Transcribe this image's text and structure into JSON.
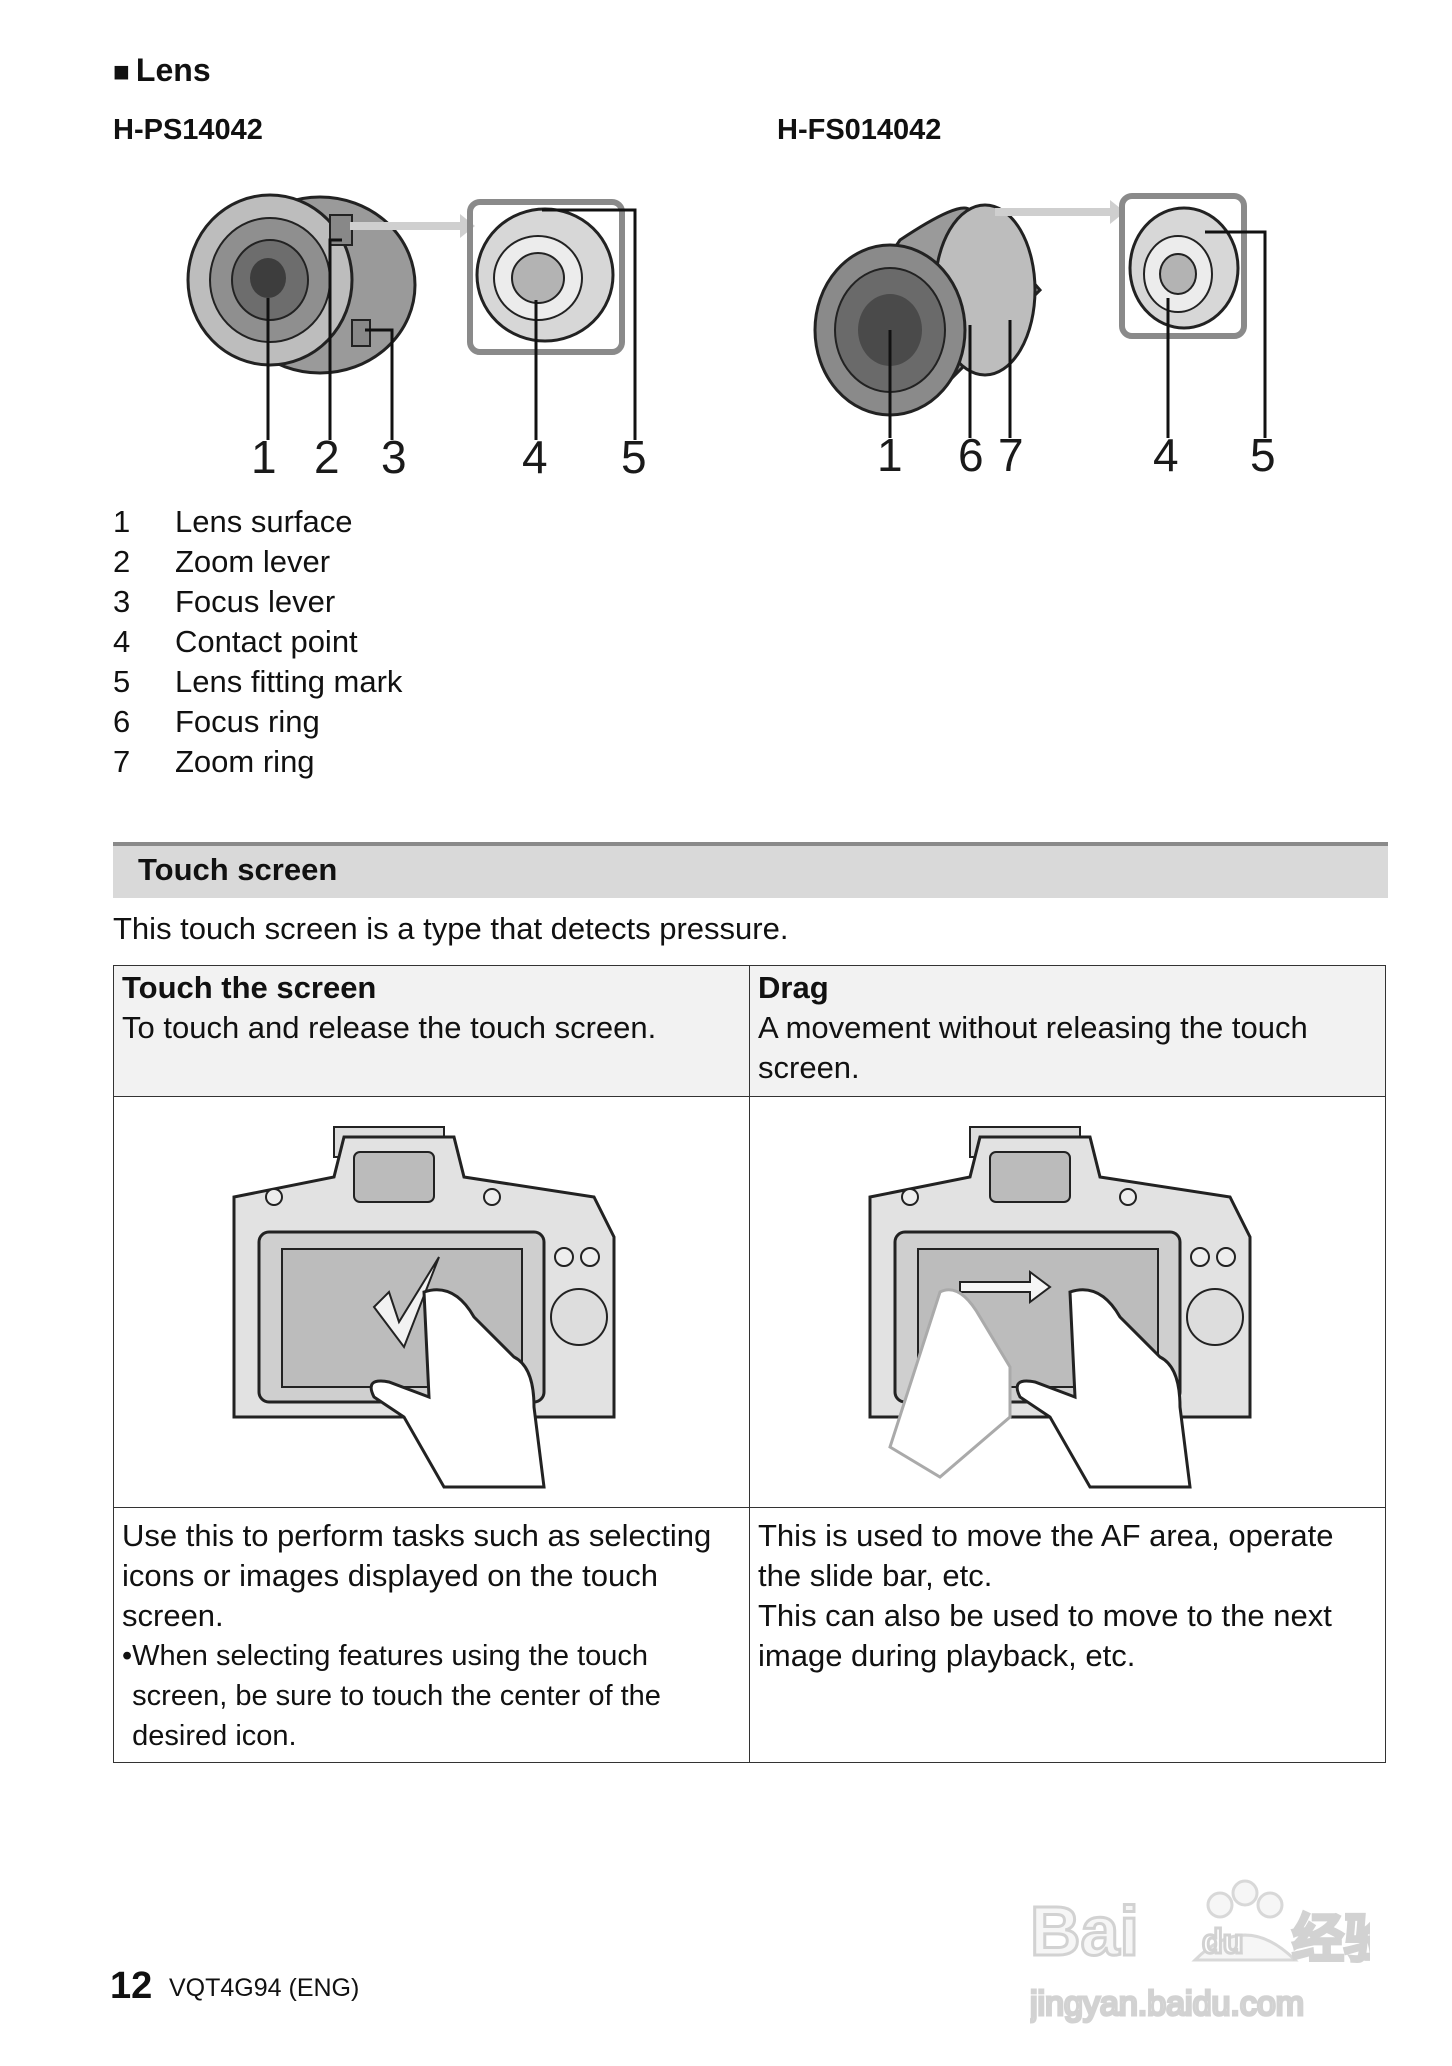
{
  "lens": {
    "heading": "Lens",
    "models": [
      "H-PS14042",
      "H-FS014042"
    ],
    "fig1_callouts": [
      "1",
      "2",
      "3",
      "4",
      "5"
    ],
    "fig2_callouts": [
      "1",
      "6",
      "7",
      "4",
      "5"
    ],
    "parts": [
      {
        "num": "1",
        "label": "Lens surface"
      },
      {
        "num": "2",
        "label": "Zoom lever"
      },
      {
        "num": "3",
        "label": "Focus lever"
      },
      {
        "num": "4",
        "label": "Contact point"
      },
      {
        "num": "5",
        "label": "Lens fitting mark"
      },
      {
        "num": "6",
        "label": "Focus ring"
      },
      {
        "num": "7",
        "label": "Zoom ring"
      }
    ]
  },
  "touch": {
    "section_title": "Touch screen",
    "intro": "This touch screen is a type that detects pressure.",
    "touch_title": "Touch the screen",
    "touch_desc": "To touch and release the touch screen.",
    "drag_title": "Drag",
    "drag_desc": "A movement without releasing the touch screen.",
    "touch_use": "Use this to perform tasks such as selecting icons or images displayed on the touch screen.",
    "touch_note": "When selecting features using the touch screen, be sure to touch the center of the desired icon.",
    "drag_use_1": "This is used to move the AF area, operate the slide bar, etc.",
    "drag_use_2": "This can also be used to move to the next image during playback, etc."
  },
  "footer": {
    "page": "12",
    "code": "VQT4G94 (ENG)"
  },
  "watermark": {
    "line1": "Bai",
    "line2": "du",
    "line3": "经验",
    "url": "jingyan.baidu.com"
  }
}
